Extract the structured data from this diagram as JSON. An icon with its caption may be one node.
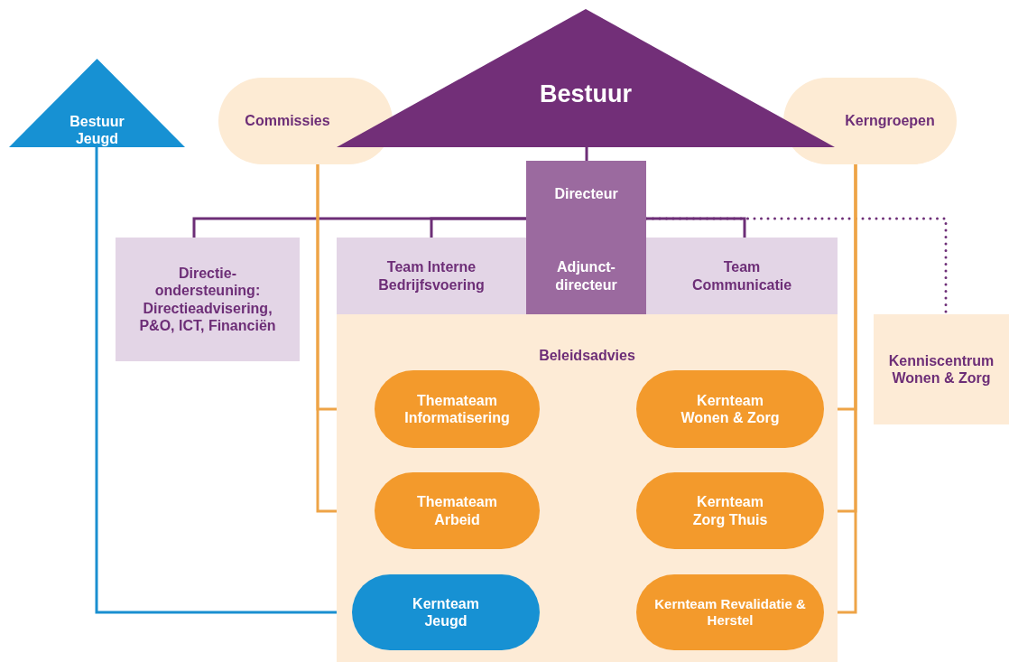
{
  "diagram": {
    "nodes": [
      {
        "text": [
          "Bestuur Jeugd"
        ]
      },
      {
        "text": [
          "Commissies"
        ]
      },
      {
        "text": [
          "Bestuur"
        ]
      },
      {
        "text": [
          "Kerngroepen"
        ]
      },
      {
        "text": [
          "Directeur"
        ]
      },
      {
        "text": [
          "Directie-ondersteuning: Directieadvisering, P&O, ICT, Financiën"
        ]
      },
      {
        "text": [
          "Team Interne Bedrijfsvoering"
        ]
      },
      {
        "text": [
          "Adjunct-directeur"
        ]
      },
      {
        "text": [
          "Team Communicatie"
        ]
      },
      {
        "text": [
          "Beleidsadvies"
        ]
      },
      {
        "text": [
          "Themateam Informatisering"
        ],
        "in": 9
      },
      {
        "text": [
          "Kernteam Wonen & Zorg"
        ],
        "in": 9
      },
      {
        "text": [
          "Themateam Arbeid"
        ],
        "in": 9
      },
      {
        "text": [
          "Kernteam Zorg Thuis"
        ],
        "in": 9
      },
      {
        "text": [
          "Kernteam Jeugd"
        ],
        "in": 9
      },
      {
        "text": [
          "Kernteam Revalidatie & Herstel"
        ],
        "in": 9
      },
      {
        "text": [
          "Kenniscentrum Wonen & Zorg"
        ]
      }
    ],
    "edges": [
      {
        "from": 2,
        "to": 4,
        "arrow": "none",
        "color": "#6d2e77"
      },
      {
        "from": 4,
        "to": 5,
        "arrow": "none",
        "color": "#6d2e77"
      },
      {
        "from": 4,
        "to": 6,
        "arrow": "none",
        "color": "#6d2e77"
      },
      {
        "from": 4,
        "to": 16,
        "arrow": "none",
        "style": "dashed",
        "color": "#6d2e77"
      },
      {
        "from": 4,
        "to": 8,
        "arrow": "none",
        "color": "#6d2e77"
      },
      {
        "from": 1,
        "to": 10,
        "arrow": "none",
        "color": "#eea447"
      },
      {
        "from": 1,
        "to": 12,
        "arrow": "none",
        "color": "#eea447"
      },
      {
        "from": 3,
        "to": 11,
        "arrow": "none",
        "color": "#eea447"
      },
      {
        "from": 3,
        "to": 13,
        "arrow": "none",
        "color": "#eea447"
      },
      {
        "from": 3,
        "to": 15,
        "arrow": "none",
        "color": "#eea447"
      },
      {
        "from": 0,
        "to": 14,
        "arrow": "none",
        "color": "#1a8fd0"
      }
    ]
  }
}
